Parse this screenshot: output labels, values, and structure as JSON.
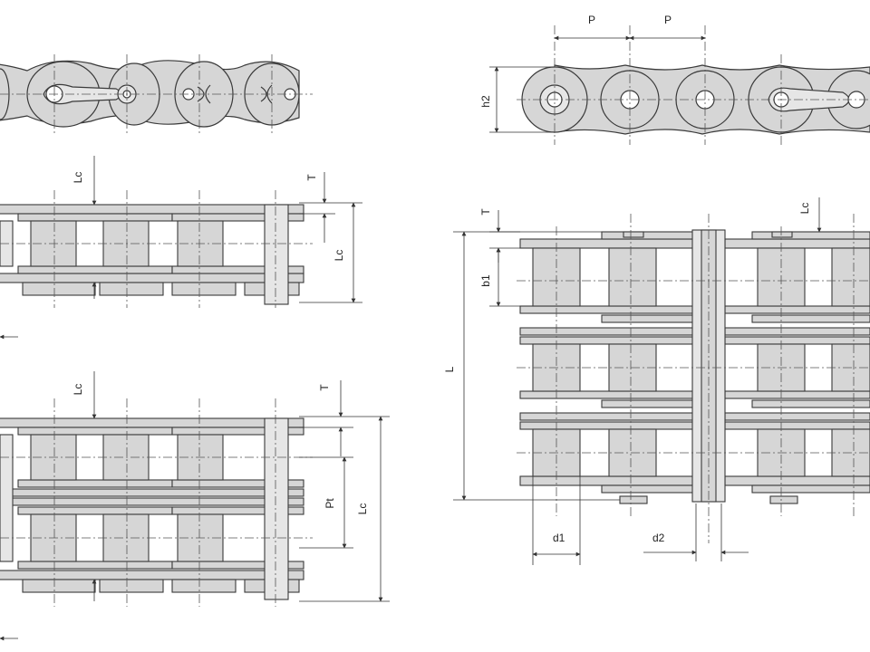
{
  "colors": {
    "fill": "#d6d6d6",
    "outline": "#3a3a3a",
    "centerline": "#555555",
    "background": "#ffffff"
  },
  "labels": {
    "lc": "Lc",
    "t": "T",
    "p": "P",
    "h2": "h2",
    "b1": "b1",
    "l": "L",
    "pt": "Pt",
    "d1": "d1",
    "d2": "d2"
  }
}
